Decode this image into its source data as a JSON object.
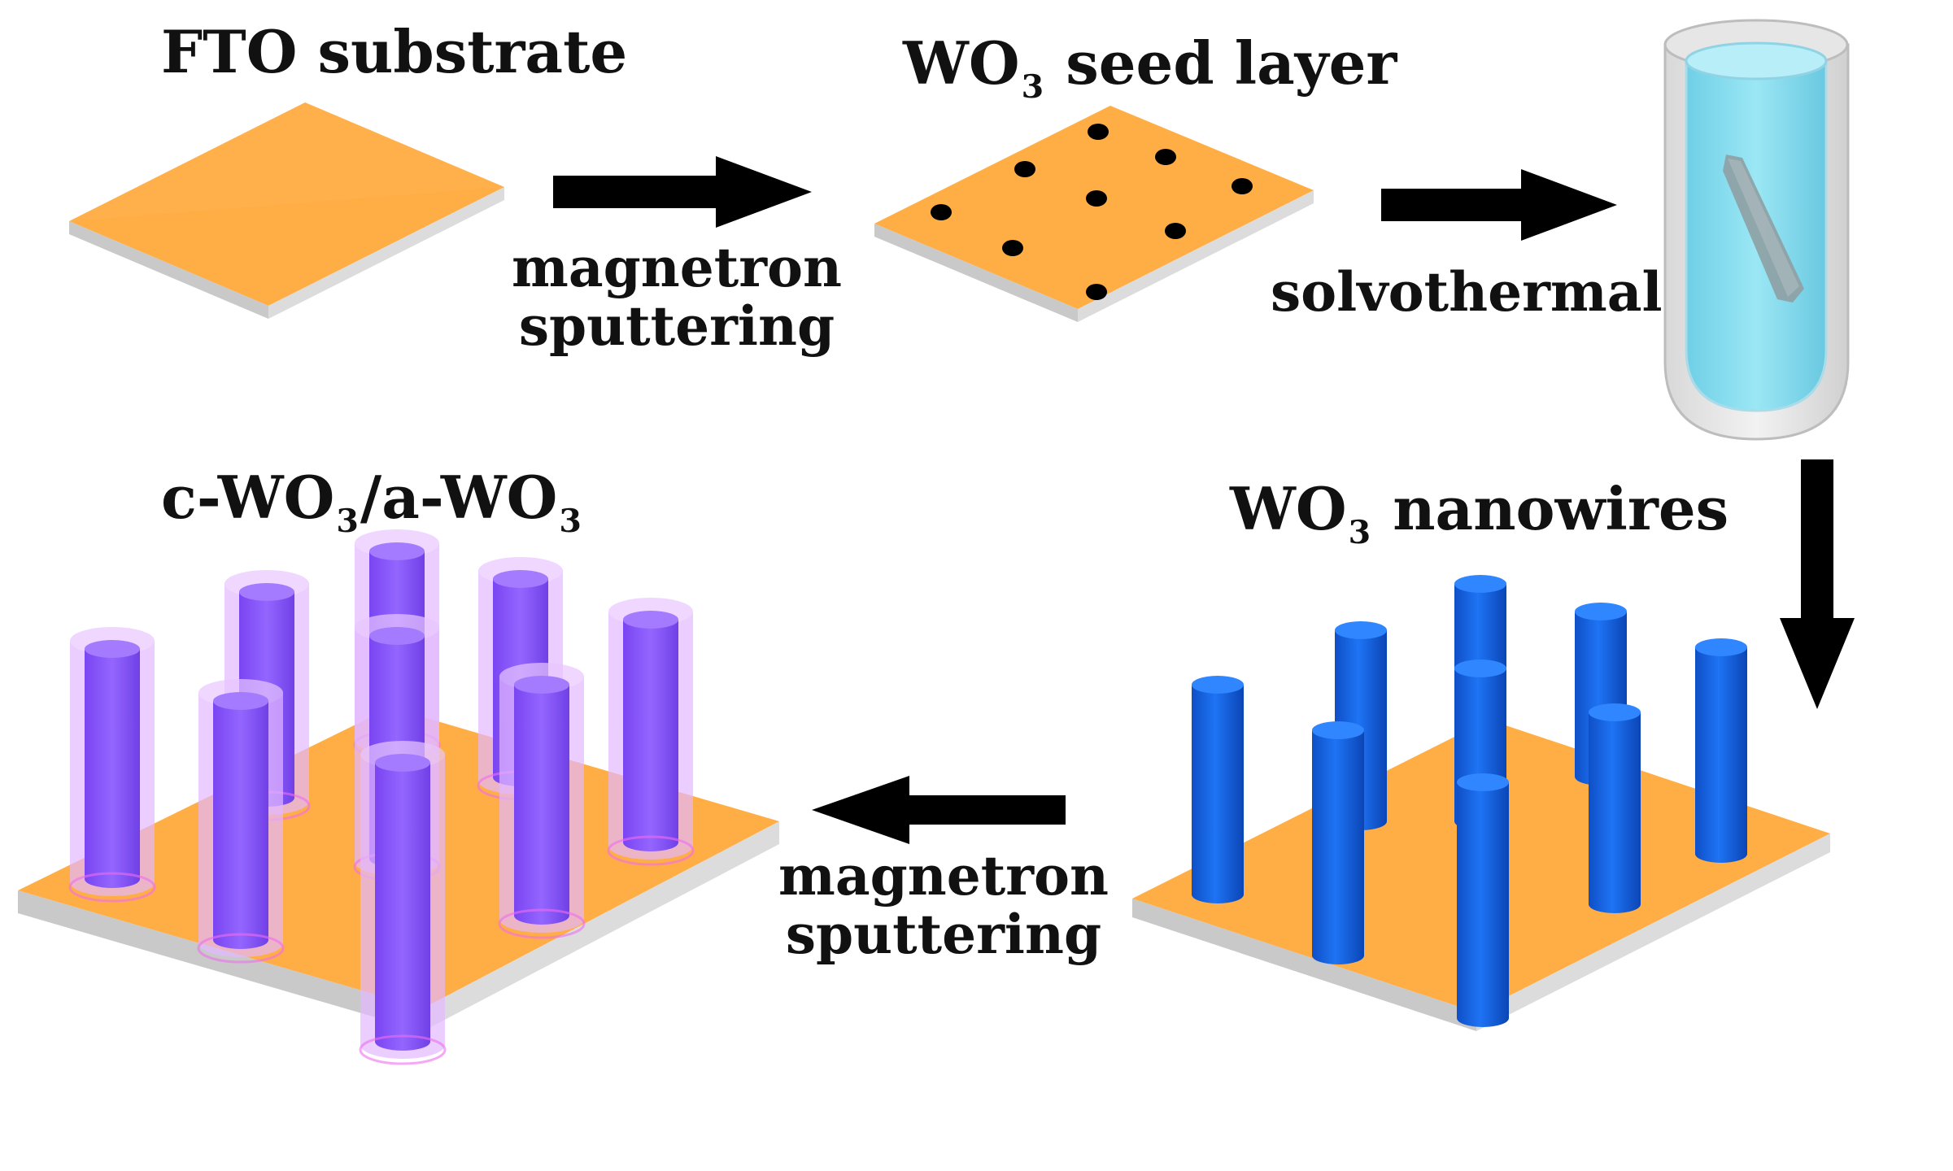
{
  "labels": {
    "fto_substrate": "FTO substrate",
    "seed_prefix": "WO",
    "seed_sub": "3",
    "seed_suffix": " seed layer",
    "nano_prefix": "WO",
    "nano_sub": "3",
    "nano_suffix": " nanowires",
    "core_a": "c-WO",
    "core_sub1": "3",
    "core_b": "/a-WO",
    "core_sub2": "3"
  },
  "steps": {
    "sputter1_line1": "magnetron",
    "sputter1_line2": "sputtering",
    "solvothermal": "solvothermal",
    "sputter2_line1": "magnetron",
    "sputter2_line2": "sputtering"
  },
  "colors": {
    "substrate_top": "#FFAE45",
    "substrate_edge": "#CFCFCF",
    "seed_dot": "#000000",
    "nanowire": "#1E6FF0",
    "nanowire_dark": "#0F4FC6",
    "core": "#8F5BFF",
    "shell": "#D6A8FF",
    "liquid": "#7FDDF0",
    "arrow": "#000000"
  },
  "icons": [
    "right-arrow-icon",
    "down-arrow-icon",
    "left-arrow-icon",
    "autoclave-icon"
  ]
}
